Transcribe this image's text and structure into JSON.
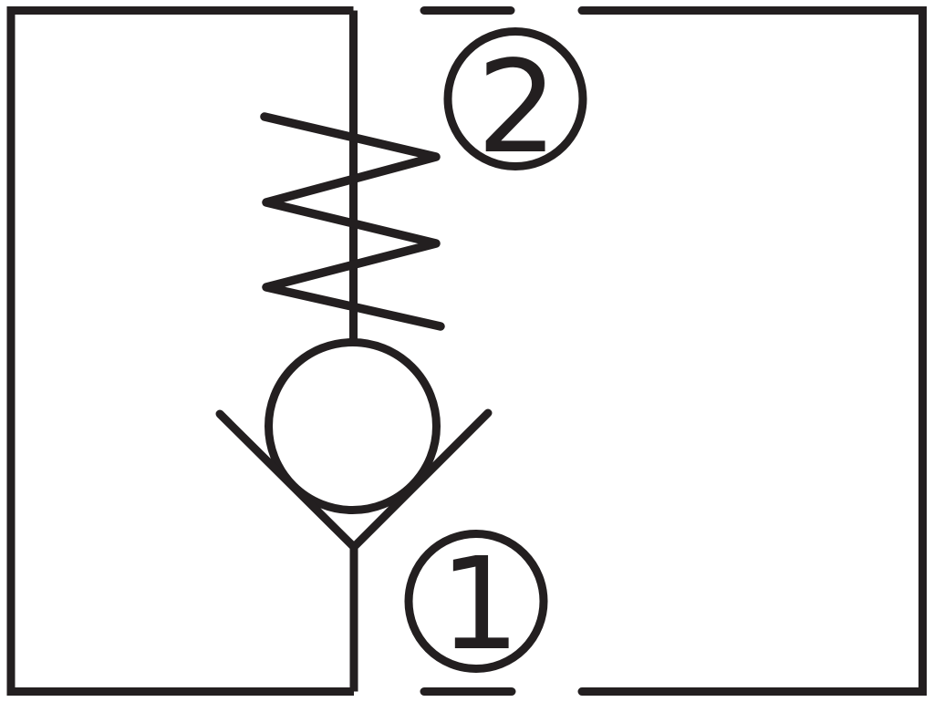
{
  "diagram": {
    "symbol": "check-valve-schematic",
    "kind": "hydraulic spring-loaded check valve symbol",
    "ports": {
      "top": {
        "label": "2",
        "position": "top"
      },
      "bottom": {
        "label": "1",
        "position": "bottom"
      }
    },
    "components": [
      "valve-body-envelope",
      "spring",
      "poppet-ball",
      "valve-seat",
      "port-2-badge",
      "port-1-badge"
    ],
    "colors": {
      "ink": "#231f20",
      "background": "#ffffff"
    }
  }
}
